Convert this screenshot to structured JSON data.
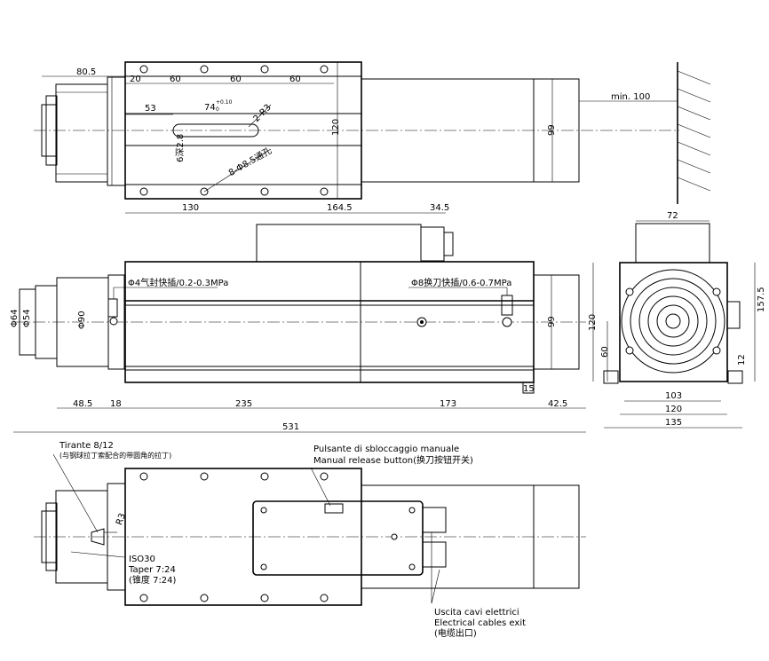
{
  "top_view": {
    "dims": {
      "d80_5": "80.5",
      "d20": "20",
      "d60a": "60",
      "d60b": "60",
      "d60c": "60",
      "d53": "53",
      "d74": "74",
      "d74_tol_up": "+0.10",
      "d74_tol_dn": "0",
      "d2r3": "2-R3",
      "d120": "120",
      "d99": "99",
      "d6": "6深2.8",
      "holes": "8-Φ8.5通孔"
    },
    "wall_label": "min. 100"
  },
  "front_view": {
    "dims": {
      "d130": "130",
      "d164_5": "164.5",
      "d34_5": "34.5",
      "d64": "Φ64",
      "d54": "Φ54",
      "d90": "Φ90",
      "d99": "99",
      "d48_5": "48.5",
      "d18": "18",
      "d235": "235",
      "d173": "173",
      "d42_5": "42.5",
      "d15": "15",
      "d531": "531"
    },
    "air_left": "Φ4气封快插/0.2-0.3MPa",
    "air_right": "Φ8换刀快插/0.6-0.7MPa"
  },
  "side_view": {
    "dims": {
      "d72": "72",
      "d157_5": "157.5",
      "d120": "120",
      "d60": "60",
      "d12": "12",
      "d103": "103",
      "d120b": "120",
      "d135": "135"
    }
  },
  "bottom_view": {
    "tirante": "Tirante 8/12",
    "tirante_cn": "(与钢球拉丁索配合的带圆角的拉丁)",
    "r3": "R3",
    "iso": "ISO30",
    "taper": "Taper 7:24",
    "taper_cn": "(锥度  7:24)",
    "button_it": "Pulsante di sbloccaggio manuale",
    "button_en": "Manual release button(换刀按钮开关)",
    "cable_it": "Uscita cavi elettrici",
    "cable_en": "Electrical cables exit",
    "cable_cn": "(电缆出口)"
  }
}
